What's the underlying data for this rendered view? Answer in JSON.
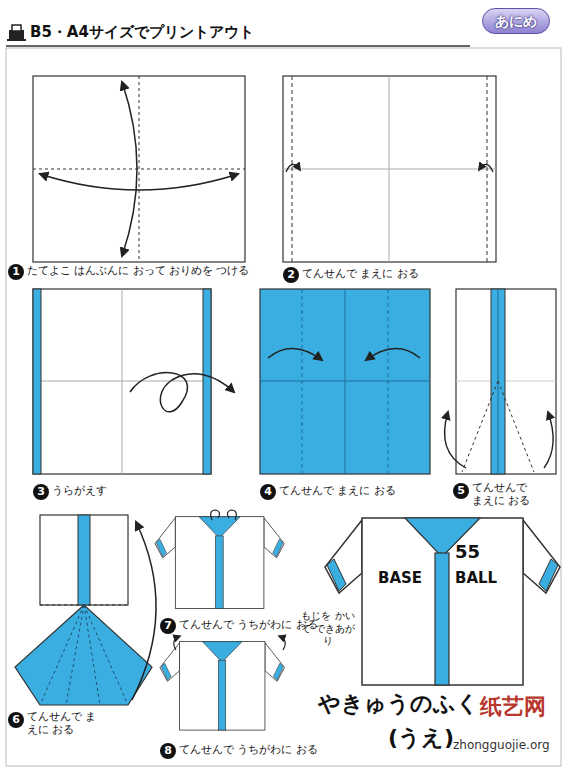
{
  "diagram": {
    "title": "B5・A4サイズでプリントアウト",
    "nodes": [
      {
        "text": [
          "あにめ"
        ]
      }
    ],
    "labels": [
      "1",
      "たてよこ はんぶんに おって おりめを つける",
      "2",
      "てんせんで まえに おる",
      "3",
      "うらがえす",
      "4",
      "てんせんで まえに おる",
      "5",
      "てんせんで まえに おる",
      "6",
      "てんせんで まえに おる",
      "7",
      "てんせんで うちがわに おる",
      "8",
      "てんせんで うちがわに おる",
      "55",
      "BASE",
      "BALL",
      "もじを かいて できあがり",
      "やきゅうのふく",
      "(うえ)",
      "纸艺网",
      "zhongguojie.org"
    ]
  }
}
